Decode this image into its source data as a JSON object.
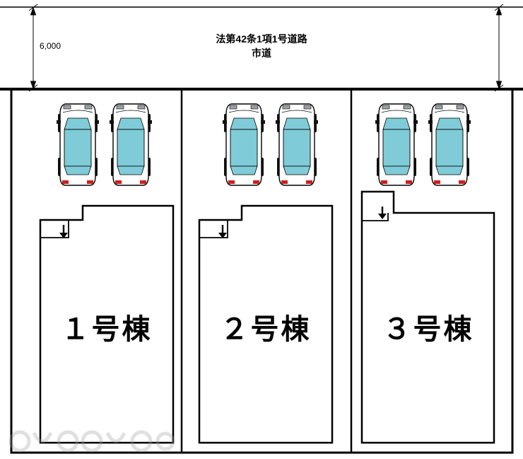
{
  "road": {
    "name_line1": "法第42条1項1号道路",
    "name_line2": "市道",
    "width_dimension": "6,000"
  },
  "lots": [
    {
      "label": "１号棟",
      "parked_cars": 2
    },
    {
      "label": "２号棟",
      "parked_cars": 2
    },
    {
      "label": "３号棟",
      "parked_cars": 2
    }
  ],
  "colors": {
    "line": "#000000",
    "car_glass": "#7fcbd8",
    "car_taillight": "#cc2020",
    "watermark": "#a0a0a0"
  }
}
